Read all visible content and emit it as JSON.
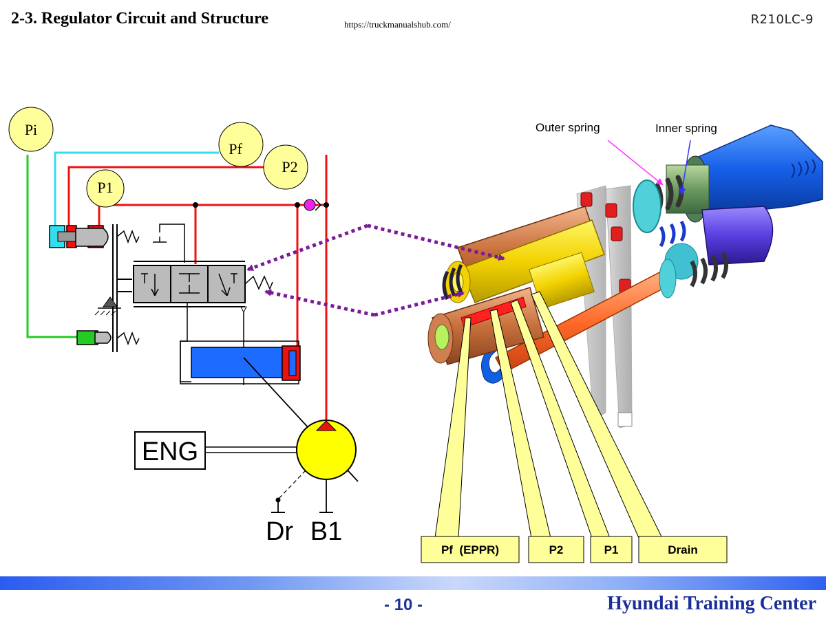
{
  "header": {
    "title": "2-3. Regulator Circuit and Structure",
    "url": "https://truckmanualshub.com/",
    "model": "R210LC-9"
  },
  "circuit": {
    "pilot_labels": [
      "Pi",
      "Pf",
      "P2",
      "P1"
    ],
    "engine_label": "ENG",
    "drain_labels": [
      "Dr",
      "B1"
    ]
  },
  "structure": {
    "spring_labels": [
      "Outer spring",
      "Inner spring"
    ],
    "port_labels": [
      "Pf  (EPPR)",
      "P2",
      "P1",
      "Drain"
    ]
  },
  "footer": {
    "page": "- 10 -",
    "brand": "Hyundai Training Center"
  },
  "colors": {
    "pilot_pi": "#22cc22",
    "pilot_pf": "#33ddee",
    "pressure_lines": "#ee1111",
    "valve_body": "#bbbbbb",
    "cylinder": "#1e6cff",
    "pump": "#ffff00",
    "label_box": "#ffff99",
    "arrow": "#7a1a99",
    "leader": "#ff33ff"
  }
}
